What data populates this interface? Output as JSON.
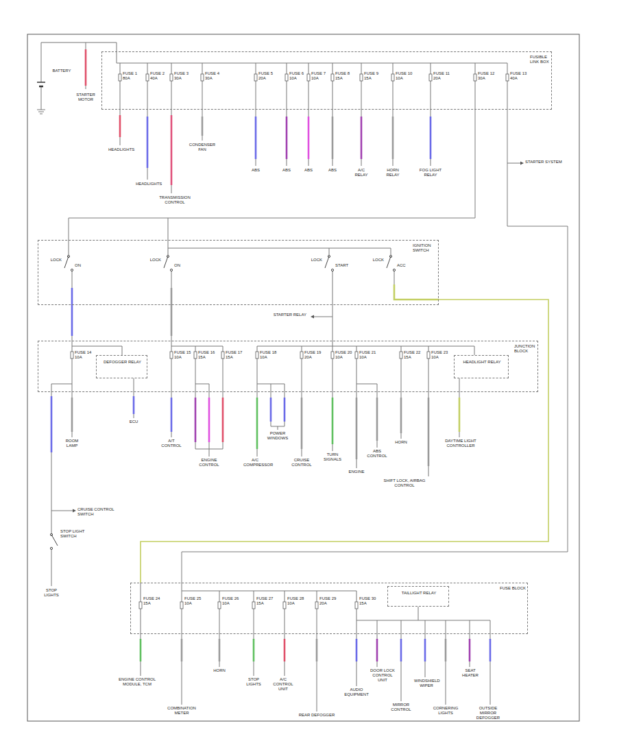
{
  "diagram": {
    "nodes": [
      {
        "text": [
          "FUSIBLE LINK BOX"
        ]
      },
      {
        "text": [
          "IGNITION SWITCH"
        ]
      },
      {
        "text": [
          "JUNCTION BLOCK"
        ]
      },
      {
        "text": [
          "DEFOGGER RELAY"
        ],
        "in": 2
      },
      {
        "text": [
          "HEADLIGHT RELAY"
        ],
        "in": 2
      },
      {
        "text": [
          "FUSE BLOCK"
        ]
      },
      {
        "text": [
          "TAILLIGHT RELAY"
        ],
        "in": 5
      }
    ],
    "edges": [
      {
        "from": 0,
        "to": 1,
        "arrow": "none"
      },
      {
        "from": 1,
        "to": 2,
        "arrow": "none"
      },
      {
        "from": 0,
        "to": 5,
        "arrow": "none"
      },
      {
        "from": 1,
        "to": 5,
        "arrow": "none"
      }
    ],
    "labels": [
      "BATTERY",
      "STARTER MOTOR",
      "FUSE 1 80A",
      "FUSE 2 40A",
      "FUSE 3 30A",
      "FUSE 4 30A",
      "FUSE 5 20A",
      "FUSE 6 10A",
      "FUSE 7 10A",
      "FUSE 8 15A",
      "FUSE 9 15A",
      "FUSE 10 10A",
      "FUSE 11 20A",
      "FUSE 12 30A",
      "FUSE 13 40A",
      "HEADLIGHTS",
      "HEADLIGHTS",
      "TRANSMISSION CONTROL",
      "CONDENSER FAN",
      "ABS",
      "ABS",
      "ABS",
      "ABS",
      "A/C RELAY",
      "HORN RELAY",
      "FOG LIGHT RELAY",
      "STARTER SYSTEM",
      "LOCK",
      "ON",
      "LOCK",
      "ON",
      "LOCK",
      "START",
      "LOCK",
      "ACC",
      "STARTER RELAY",
      "FUSE 14 10A",
      "FUSE 15 10A",
      "FUSE 16 15A",
      "FUSE 17 15A",
      "FUSE 18 10A",
      "FUSE 19 20A",
      "FUSE 20 10A",
      "FUSE 21 10A",
      "FUSE 22 15A",
      "FUSE 23 10A",
      "ROOM LAMP",
      "ECU",
      "A/T CONTROL",
      "ENGINE CONTROL",
      "POWER WINDOWS",
      "A/C COMPRESSOR",
      "CRUISE CONTROL",
      "TURN SIGNALS",
      "ENGINE",
      "ABS CONTROL",
      "HORN",
      "SHIFT LOCK, AIRBAG CONTROL",
      "DAYTIME LIGHT CONTROLLER",
      "CRUISE CONTROL SWITCH",
      "STOP LIGHT SWITCH",
      "STOP LIGHTS",
      "FUSE 24 15A",
      "FUSE 25 10A",
      "FUSE 26 10A",
      "FUSE 27 15A",
      "FUSE 28 10A",
      "FUSE 29 20A",
      "FUSE 30 15A",
      "ENGINE CONTROL MODULE, TCM",
      "COMBINATION METER",
      "HORN",
      "STOP LIGHTS",
      "A/C CONTROL UNIT",
      "REAR DEFOGGER",
      "AUDIO EQUIPMENT",
      "DOOR LOCK CONTROL UNIT",
      "MIRROR CONTROL",
      "WINDSHIELD WIPER",
      "CORNERING LIGHTS",
      "SEAT HEATER",
      "OUTSIDE MIRROR DEFOGGER"
    ]
  }
}
